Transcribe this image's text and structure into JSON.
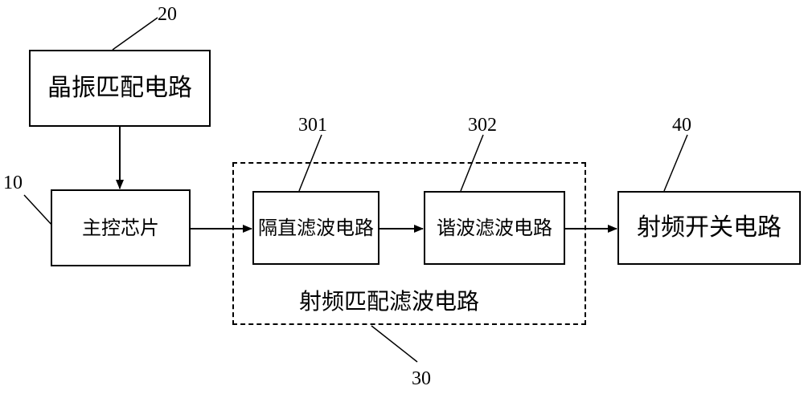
{
  "crystal_match": {
    "label": "晶振匹配电路",
    "ref": "20"
  },
  "main_chip": {
    "label": "主控芯片",
    "ref": "10"
  },
  "rf_filter_group": {
    "label": "射频匹配滤波电路",
    "ref": "30"
  },
  "dc_block_filter": {
    "label": "隔直滤波电路",
    "ref": "301"
  },
  "harmonic_filter": {
    "label": "谐波滤波电路",
    "ref": "302"
  },
  "rf_switch": {
    "label": "射频开关电路",
    "ref": "40"
  },
  "colors": {
    "line": "#000000",
    "background": "#ffffff"
  }
}
